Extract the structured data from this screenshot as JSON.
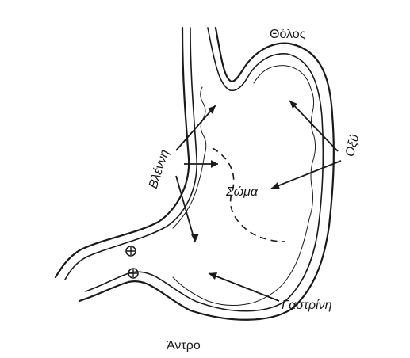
{
  "labels": {
    "fundus": "Θόλος",
    "mucus": "Βλέννη",
    "body": "Σώμα",
    "acid": "Οξύ",
    "gastrin": "Γαστρίνη",
    "antrum": "Άντρο"
  },
  "colors": {
    "background": "#ffffff",
    "ink": "#1a1a1a"
  }
}
